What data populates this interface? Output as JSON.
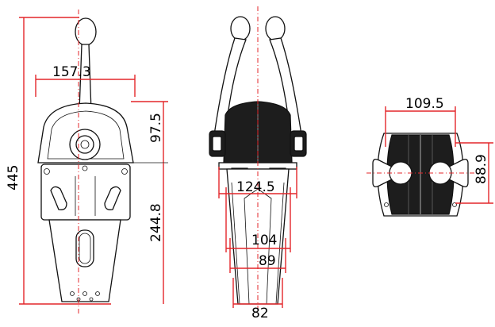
{
  "views": {
    "side": {
      "overall_height": "445",
      "top_width": "157.3",
      "head_height": "97.5",
      "body_height": "244.8"
    },
    "front": {
      "width_a": "124.5",
      "width_b": "104",
      "width_c": "89",
      "width_d": "82"
    },
    "top": {
      "width": "109.5",
      "depth": "88.9"
    }
  },
  "colors": {
    "dimension_line": "#e3262a",
    "outline": "#111111",
    "body_fill": "#1d1d1d"
  }
}
